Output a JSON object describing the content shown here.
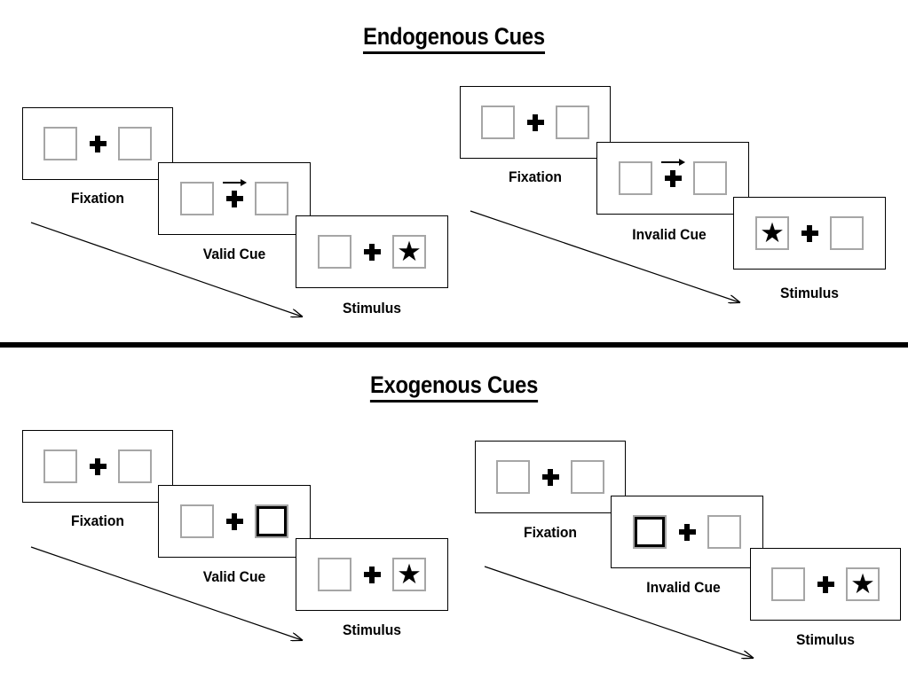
{
  "figure": {
    "sections": [
      {
        "id": "endogenous",
        "title": "Endogenous Cues",
        "cue_type": "arrow",
        "conditions": [
          {
            "id": "endogenous-valid",
            "cue_label": "Valid Cue",
            "panels": [
              {
                "id": "endo-valid-fixation",
                "label": "Fixation",
                "left_box": "empty",
                "right_box": "empty",
                "cue": "none",
                "center": "fixation-cross"
              },
              {
                "id": "endo-valid-cue",
                "label": "Valid Cue",
                "left_box": "empty",
                "right_box": "empty",
                "cue": "arrow-right",
                "center": "fixation-cross"
              },
              {
                "id": "endo-valid-stimulus",
                "label": "Stimulus",
                "left_box": "empty",
                "right_box": "star",
                "cue": "none",
                "center": "fixation-cross"
              }
            ]
          },
          {
            "id": "endogenous-invalid",
            "cue_label": "Invalid Cue",
            "panels": [
              {
                "id": "endo-invalid-fixation",
                "label": "Fixation",
                "left_box": "empty",
                "right_box": "empty",
                "cue": "none",
                "center": "fixation-cross"
              },
              {
                "id": "endo-invalid-cue",
                "label": "Invalid Cue",
                "left_box": "empty",
                "right_box": "empty",
                "cue": "arrow-right",
                "center": "fixation-cross"
              },
              {
                "id": "endo-invalid-stimulus",
                "label": "Stimulus",
                "left_box": "star",
                "right_box": "empty",
                "cue": "none",
                "center": "fixation-cross"
              }
            ]
          }
        ]
      },
      {
        "id": "exogenous",
        "title": "Exogenous Cues",
        "cue_type": "box-flash",
        "conditions": [
          {
            "id": "exogenous-valid",
            "cue_label": "Valid Cue",
            "panels": [
              {
                "id": "exo-valid-fixation",
                "label": "Fixation",
                "left_box": "empty",
                "right_box": "empty",
                "cue": "none",
                "center": "fixation-cross"
              },
              {
                "id": "exo-valid-cue",
                "label": "Valid Cue",
                "left_box": "empty",
                "right_box": "highlighted",
                "cue": "none",
                "center": "fixation-cross"
              },
              {
                "id": "exo-valid-stimulus",
                "label": "Stimulus",
                "left_box": "empty",
                "right_box": "star",
                "cue": "none",
                "center": "fixation-cross"
              }
            ]
          },
          {
            "id": "exogenous-invalid",
            "cue_label": "Invalid Cue",
            "panels": [
              {
                "id": "exo-invalid-fixation",
                "label": "Fixation",
                "left_box": "empty",
                "right_box": "empty",
                "cue": "none",
                "center": "fixation-cross"
              },
              {
                "id": "exo-invalid-cue",
                "label": "Invalid Cue",
                "left_box": "highlighted",
                "right_box": "empty",
                "cue": "none",
                "center": "fixation-cross"
              },
              {
                "id": "exo-invalid-stimulus",
                "label": "Stimulus",
                "left_box": "empty",
                "right_box": "star",
                "cue": "none",
                "center": "fixation-cross"
              }
            ]
          }
        ]
      }
    ],
    "glyphs": {
      "star": "★",
      "fixation_cross": "✚",
      "arrow_right": "→"
    },
    "colors": {
      "ink": "#000000",
      "placeholder_box_border": "#a6a6a6",
      "frame_border": "#000000",
      "background": "#ffffff"
    }
  }
}
